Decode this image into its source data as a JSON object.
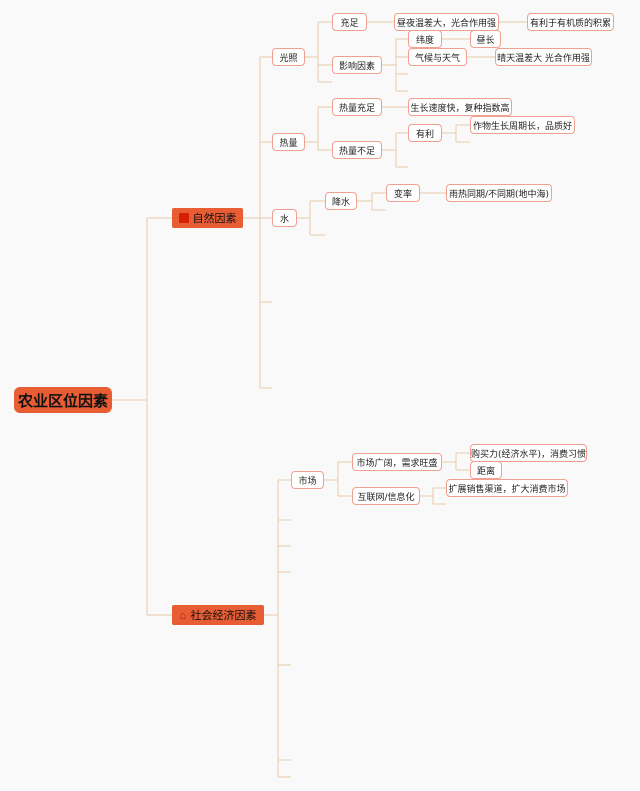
{
  "root": {
    "label": "农业区位因素"
  },
  "natural": {
    "label": "自然因素",
    "icon": "red-square-icon",
    "light": {
      "label": "光照",
      "sufficient": {
        "label": "充足",
        "child": "昼夜温差大，光合作用强",
        "grandchild": "有利于有机质的积累"
      },
      "factors": {
        "label": "影响因素",
        "latitude": "纬度",
        "latitude_child": "昼长",
        "climate": "气候与天气",
        "climate_child": "晴天温差大 光合作用强"
      }
    },
    "heat": {
      "label": "热量",
      "sufficient": {
        "label": "热量充足",
        "child": "生长速度快，复种指数高"
      },
      "insufficient": {
        "label": "热量不足",
        "favorable": "有利",
        "favorable_child": "作物生长周期长，品质好"
      }
    },
    "water": {
      "label": "水",
      "precip": {
        "label": "降水",
        "variability": "变率",
        "variability_child": "雨热同期/不同期(地中海)"
      }
    }
  },
  "social": {
    "label": "社会经济因素",
    "icon": "house-icon",
    "market": {
      "label": "市场",
      "broad": {
        "label": "市场广阔，需求旺盛",
        "purchasing": "购买力(经济水平)，消费习惯",
        "distance": "距离"
      },
      "internet": {
        "label": "互联网/信息化",
        "child": "扩展销售渠道，扩大消费市场"
      }
    }
  },
  "colors": {
    "line": "#e7c9a9",
    "node_border": "#f0a090",
    "accent": "#e85d34"
  }
}
